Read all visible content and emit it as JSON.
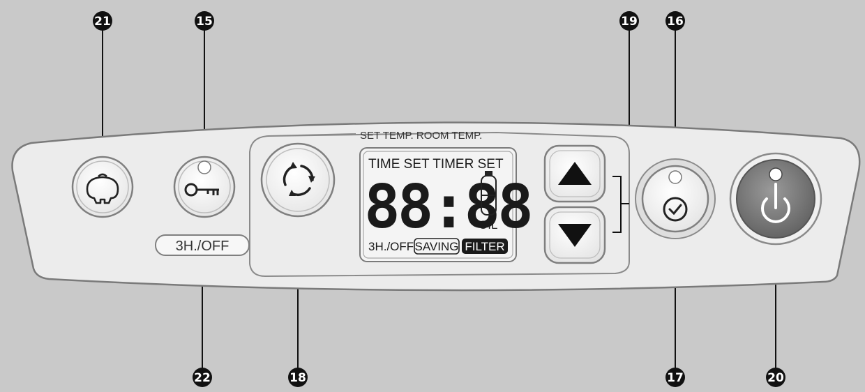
{
  "callouts": {
    "c21": "21",
    "c15": "15",
    "c19": "19",
    "c16": "16",
    "c22": "22",
    "c18": "18",
    "c17": "17",
    "c20": "20"
  },
  "panel": {
    "header_label": "SET TEMP.  ROOM TEMP."
  },
  "lcd": {
    "top_label": "TIME SET TIMER SET",
    "digits": "88:88",
    "oil_label": "OIL",
    "mode_label": "3H./OFF",
    "saving_label": "SAVING",
    "filter_label": "FILTER"
  },
  "buttons": {
    "three_h_off_label": "3H./OFF"
  },
  "icons": {
    "eco": "piggy-bank-icon",
    "lock": "key-icon",
    "mode": "circular-arrows-icon",
    "up": "triangle-up-icon",
    "down": "triangle-down-icon",
    "timer": "clock-icon",
    "power": "power-icon"
  },
  "colors": {
    "background": "#c9c9c9",
    "panel": "#ececec",
    "power_button": "#6e6e6e",
    "callout": "#111111",
    "indicator_led": "#ffffff"
  }
}
